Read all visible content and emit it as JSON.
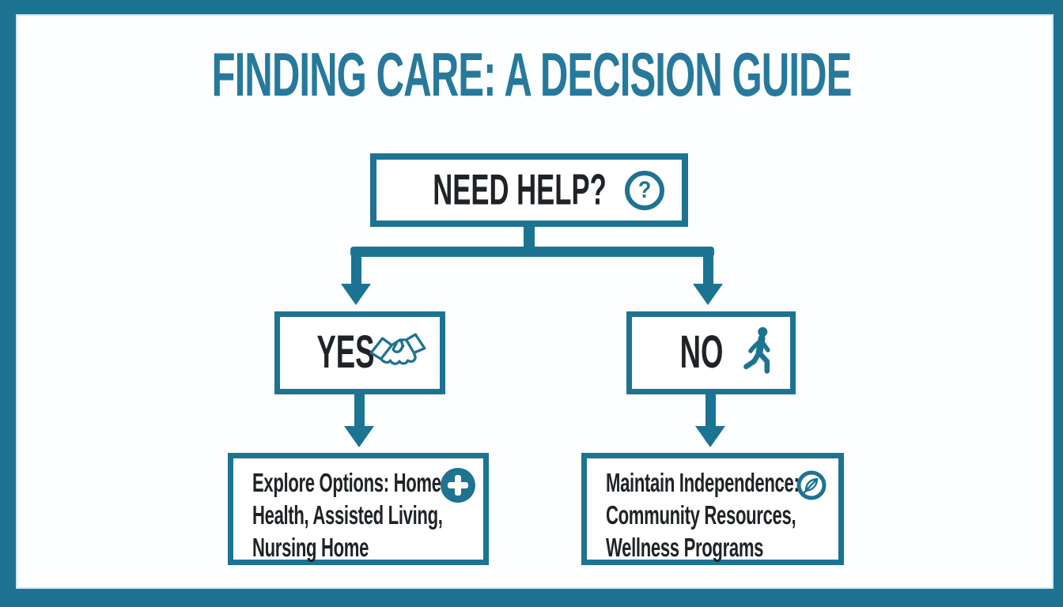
{
  "colors": {
    "frame_teal": "#1d7392",
    "title_teal": "#27799c",
    "icon_teal": "#1e7391",
    "text_dark": "#1f2326",
    "box_background": "#ffffff"
  },
  "title": "FINDING CARE: A DECISION GUIDE",
  "flowchart": {
    "root": {
      "label": "NEED HELP?",
      "icon": "question-circle-icon",
      "icon_glyph": "?"
    },
    "branches": [
      {
        "answer": "YES",
        "icon": "handshake-icon"
      },
      {
        "answer": "NO",
        "icon": "walking-person-icon"
      }
    ],
    "outcomes": [
      {
        "icon": "medical-plus-icon",
        "lines": [
          "Explore Options: Home",
          "Health, Assisted Living,",
          "Nursing Home"
        ]
      },
      {
        "icon": "leaf-icon",
        "lines": [
          "Maintain Independence:",
          "Community Resources,",
          "Wellness Programs"
        ]
      }
    ]
  }
}
